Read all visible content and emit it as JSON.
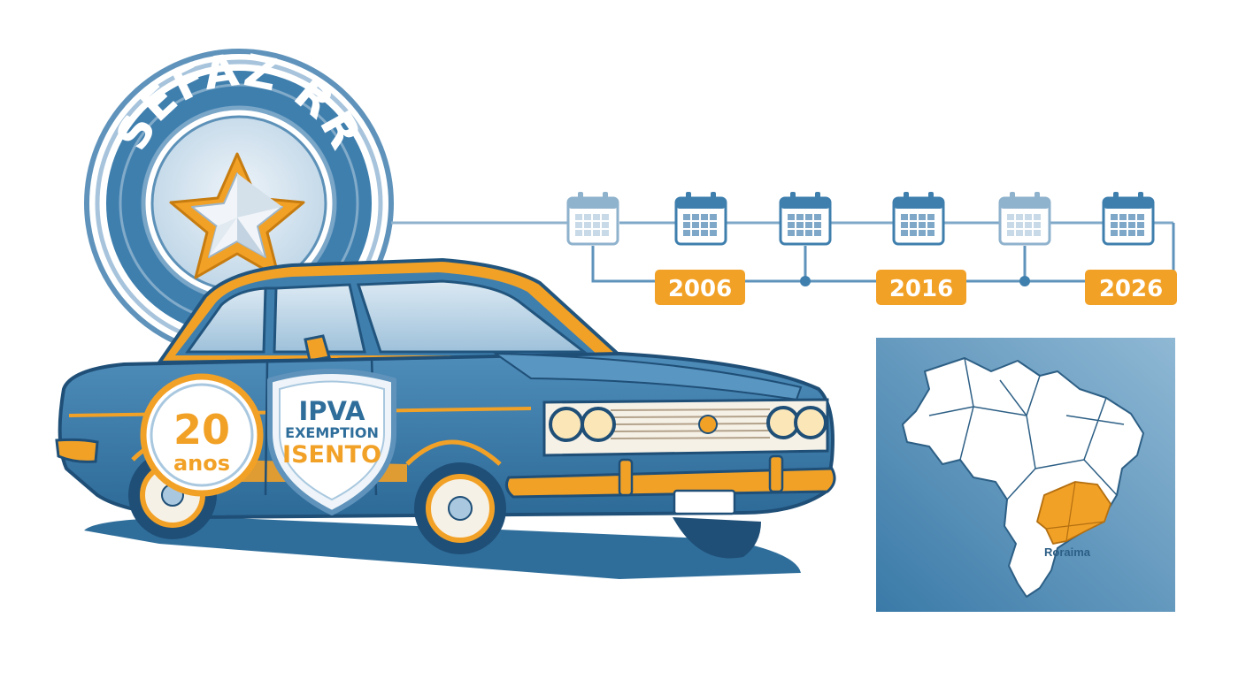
{
  "seal": {
    "text": "SEFAZ RR"
  },
  "badge": {
    "number": "20",
    "unit": "anos"
  },
  "shield": {
    "line1": "IPVA",
    "line2": "EXEMPTION",
    "line3": "ISENTO"
  },
  "timeline": {
    "years": [
      "2006",
      "2016",
      "2026"
    ],
    "calendar_icon_count": 6
  },
  "map": {
    "highlight_label": "Roraima"
  },
  "colors": {
    "blue_dark": "#2f6e9b",
    "blue_mid": "#4a86b3",
    "blue_light": "#a9c8df",
    "orange": "#f2a127",
    "cream": "#f6f1e6"
  },
  "icons": [
    "star-icon",
    "calendar-icon",
    "car-illustration",
    "brazil-map",
    "shield-badge",
    "circle-badge"
  ]
}
